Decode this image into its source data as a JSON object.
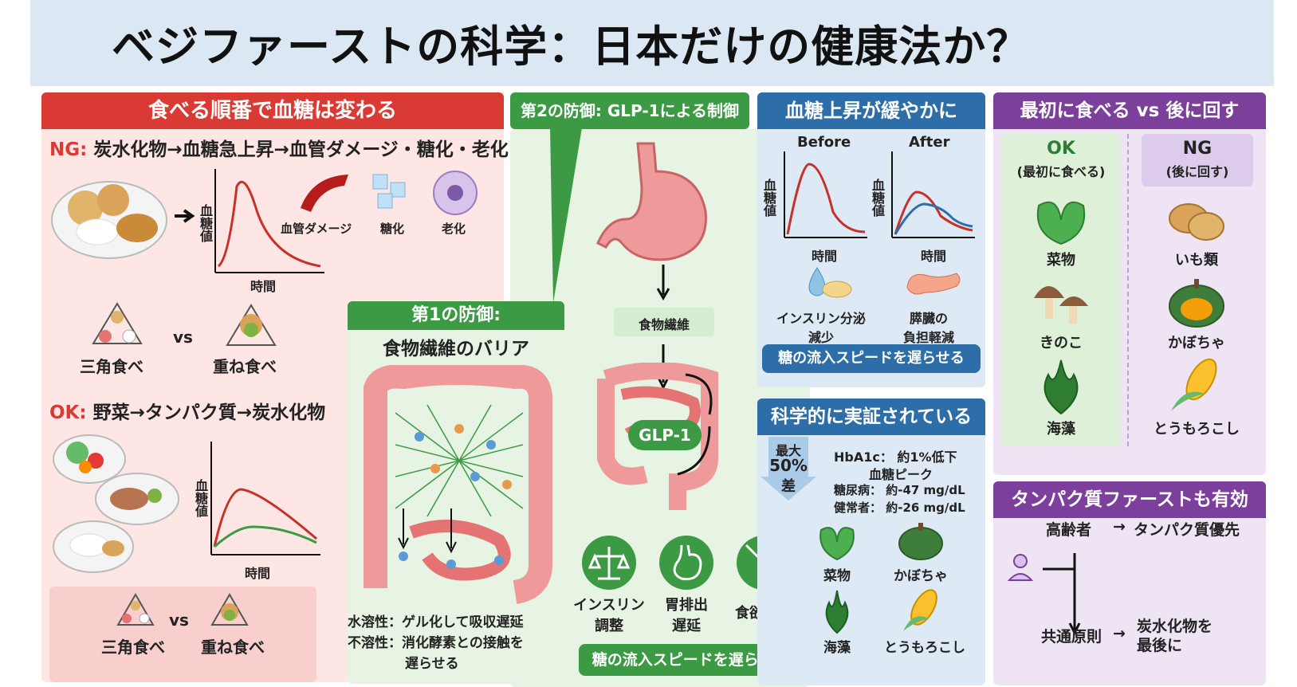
{
  "title": "ベジファーストの科学：日本だけの健康法か？",
  "left": {
    "header": "食べる順番で血糖は変わる",
    "ng_prefix": "NG:",
    "ng_text": "炭水化物→血糖急上昇→血管ダメージ・糖化・老化",
    "axis_y": "血糖値",
    "axis_x": "時間",
    "damage_labels": [
      "血管ダメージ",
      "糖化",
      "老化"
    ],
    "compare1_a": "三角食べ",
    "compare1_vs": "vs",
    "compare1_b": "重ね食べ",
    "ok_prefix": "OK:",
    "ok_text": "野菜→タンパク質→炭水化物",
    "axis_y2": "血糖値",
    "axis_x2": "時間",
    "compare2_a": "三角食べ",
    "compare2_vs": "vs",
    "compare2_b": "重ね食べ"
  },
  "glp": {
    "header": "第2の防御: GLP-1による制御",
    "fiber_label": "食物繊維",
    "glp_label": "GLP-1",
    "effects": [
      {
        "icon": "balance-icon",
        "label": "インスリン\n調整"
      },
      {
        "icon": "stomach-icon",
        "label": "胃排出\n遅延"
      },
      {
        "icon": "no-eating-icon",
        "label": "食欲抑制"
      }
    ],
    "footer": "糖の流入スピードを遅らせる"
  },
  "first": {
    "header1": "第1の防御:",
    "header2": "食物繊維のバリア",
    "soluble": "水溶性：ゲル化して吸収遅延",
    "insoluble1": "不溶性：消化酵素との接触を",
    "insoluble2": "遅らせる"
  },
  "blue": {
    "header": "血糖上昇が緩やかに",
    "before": "Before",
    "after": "After",
    "axis_y": "血糖値",
    "axis_x": "時間",
    "insulin": "インスリン分泌\n減少",
    "pancreas": "膵臓の\n負担軽減",
    "footer": "糖の流入スピードを遅らせる"
  },
  "evidence": {
    "header": "科学的に実証されている",
    "max_label": "最大",
    "max_value": "50%",
    "max_diff": "差",
    "hba1c": "HbA1c： 約1%低下",
    "peak": "血糖ピーク",
    "diabetic": "糖尿病： 約-47 mg/dL",
    "healthy": "健常者： 約-26 mg/dL",
    "foods": [
      "菜物",
      "かぼちゃ",
      "海藻",
      "とうもろこし"
    ]
  },
  "order": {
    "header": "最初に食べる vs 後に回す",
    "ok_title": "OK",
    "ok_sub": "(最初に食べる)",
    "ng_title": "NG",
    "ng_sub": "(後に回す)",
    "ok_items": [
      "菜物",
      "きのこ",
      "海藻"
    ],
    "ng_items": [
      "いも類",
      "かぼちゃ",
      "とうもろこし"
    ]
  },
  "protein": {
    "header": "タンパク質ファーストも有効",
    "elderly": "高齢者",
    "protein_first": "タンパク質優先",
    "common": "共通原則",
    "carb_last": "炭水化物を\n最後に"
  },
  "colors": {
    "red": "#d93a34",
    "green": "#3c9a44",
    "blue": "#2d6ea8",
    "purple": "#7d3f9c"
  }
}
